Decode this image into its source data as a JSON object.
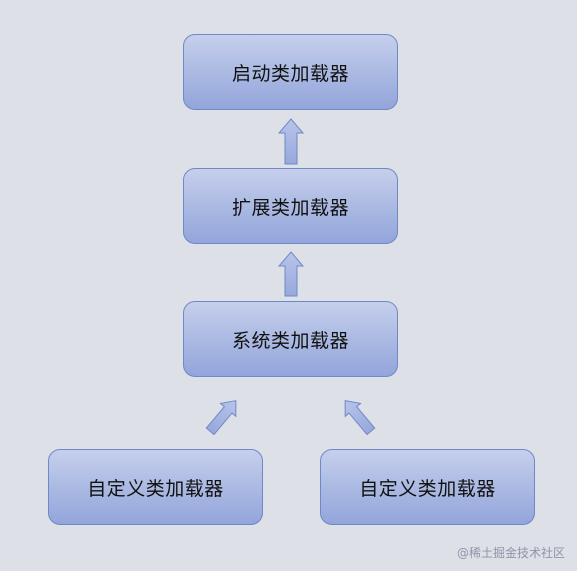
{
  "nodes": {
    "bootstrap": "启动类加载器",
    "extension": "扩展类加载器",
    "system": "系统类加载器",
    "custom_left": "自定义类加载器",
    "custom_right": "自定义类加载器"
  },
  "watermark": "@稀土掘金技术社区",
  "colors": {
    "background": "#dee0e8",
    "node_fill_top": "#c6cfec",
    "node_fill_bottom": "#93a5db",
    "node_border": "#6f89c4",
    "arrow_fill": "#a3b2e0",
    "arrow_stroke": "#6f89c4"
  }
}
